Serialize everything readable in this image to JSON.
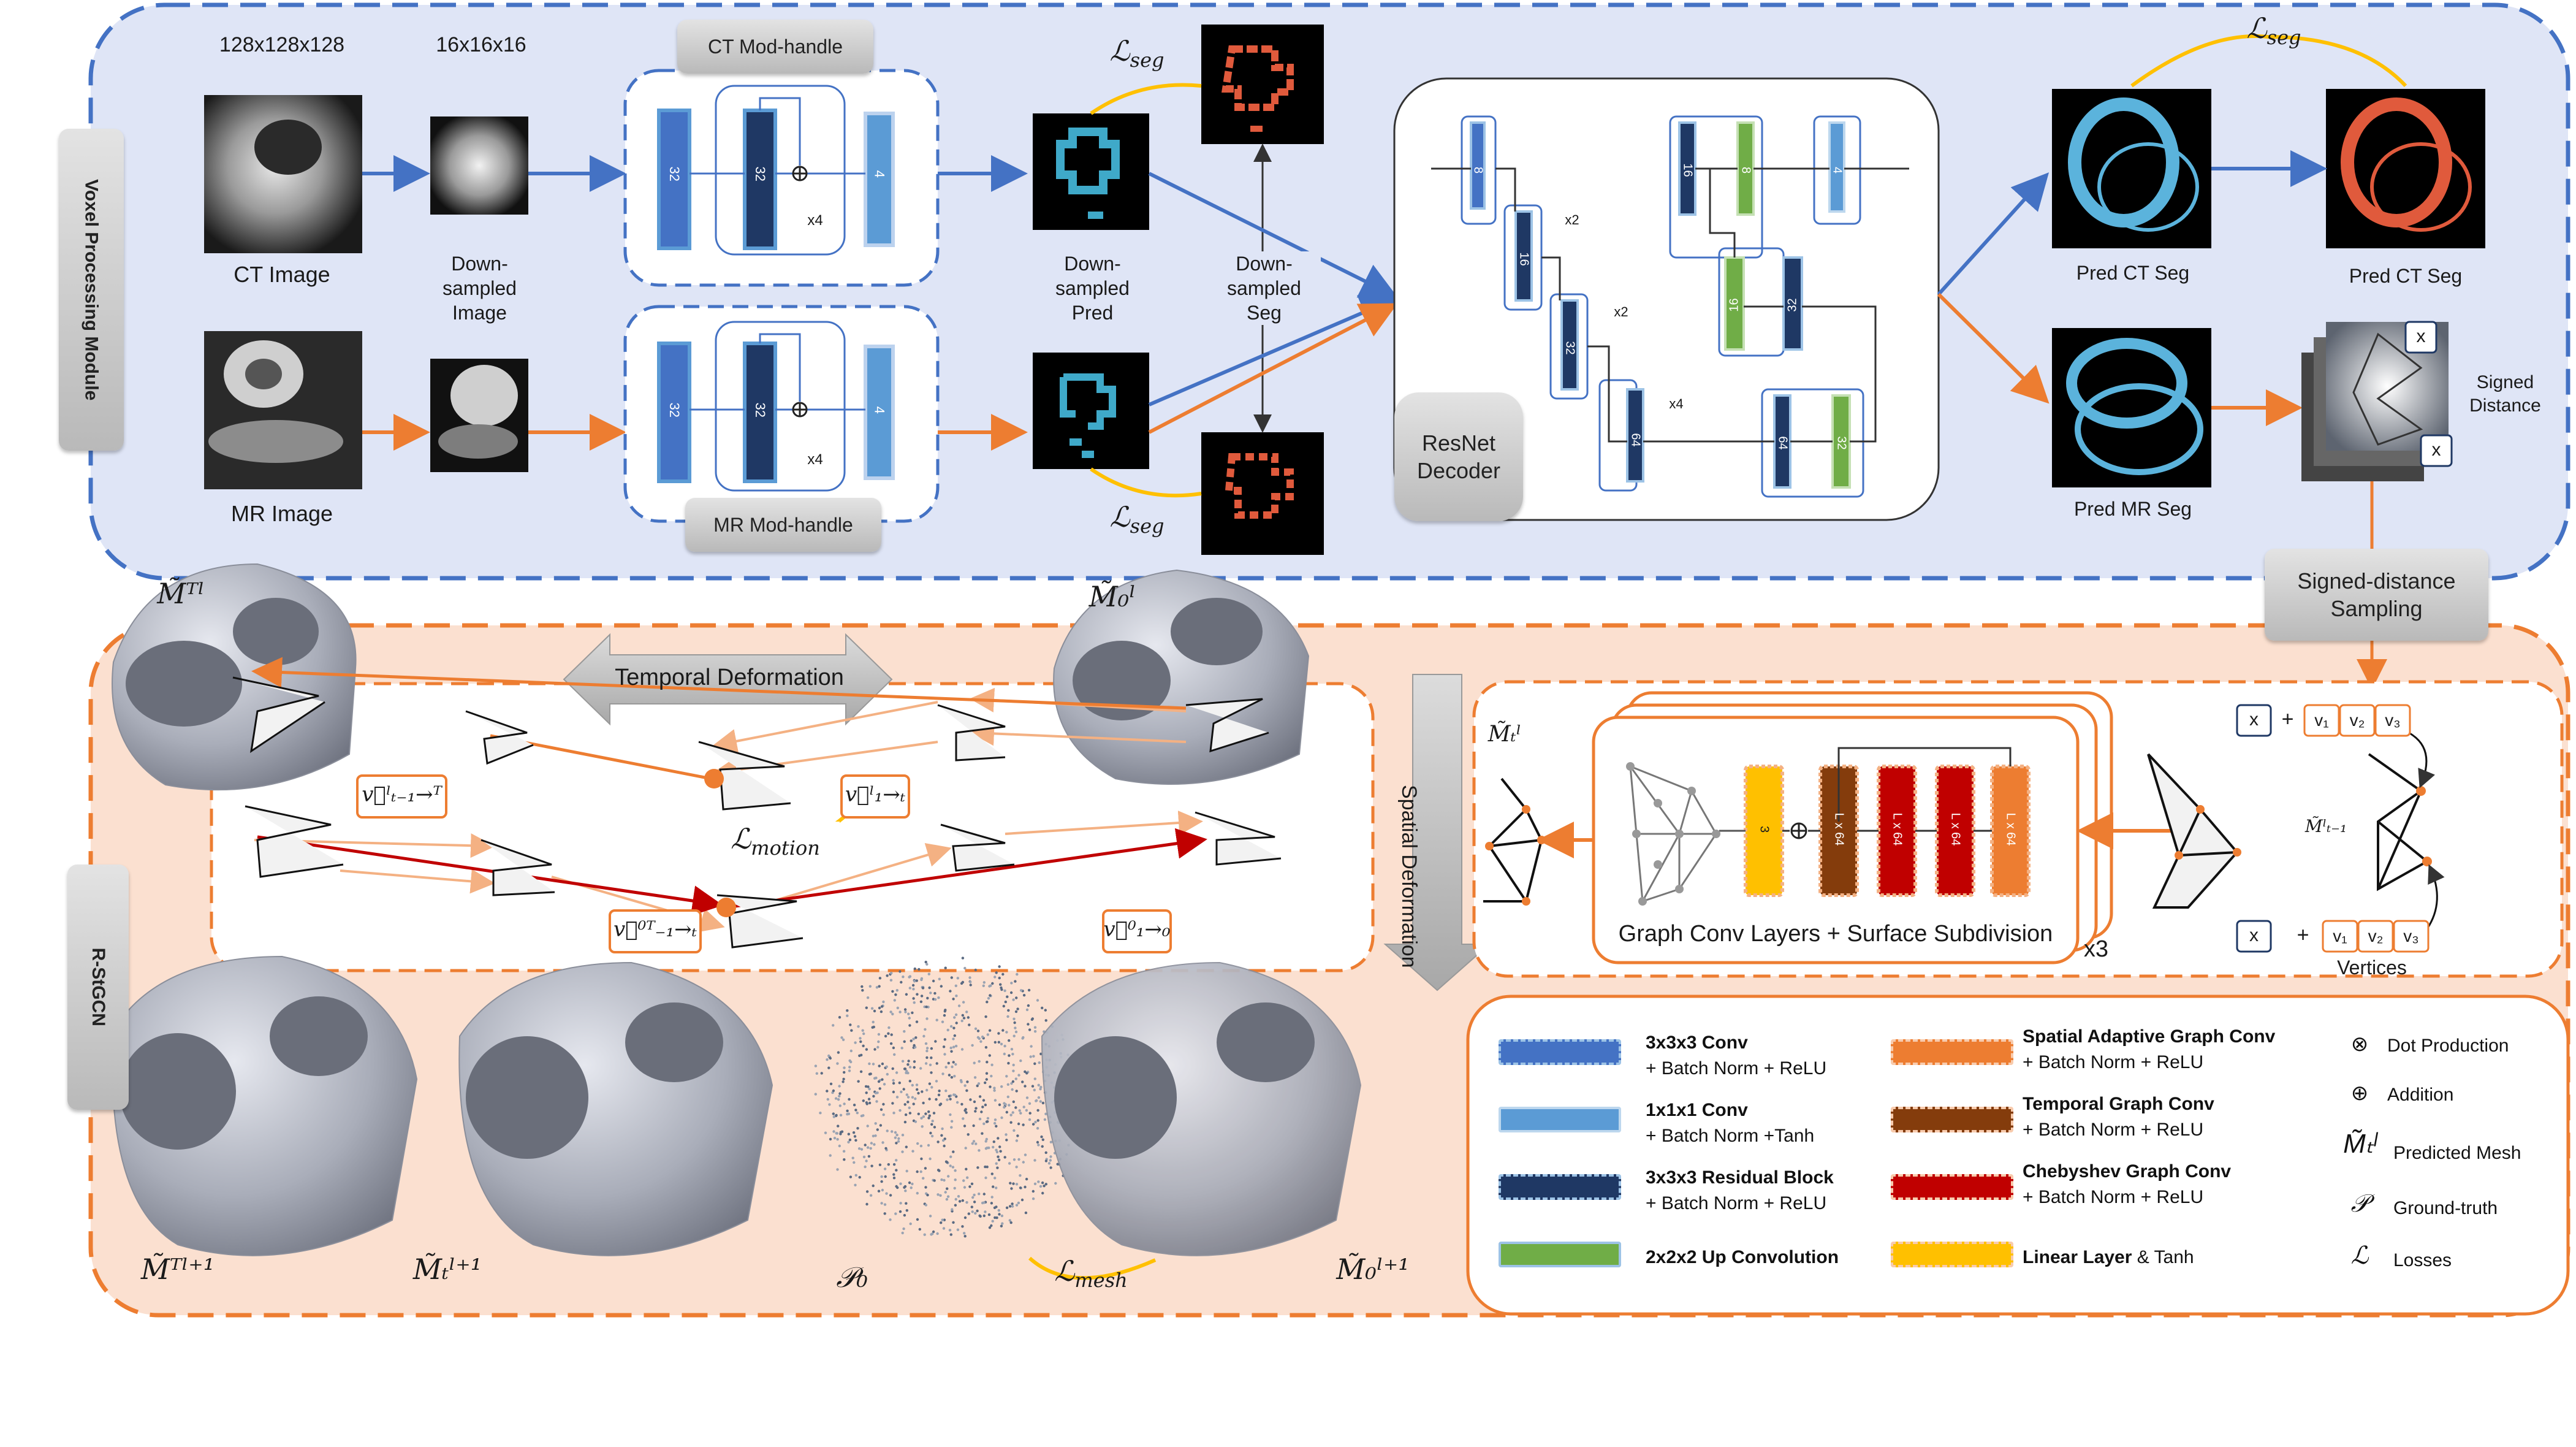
{
  "top_module": {
    "title": "Voxel Processing Module",
    "size_full": "128x128x128",
    "size_down": "16x16x16",
    "ct_image": "CT Image",
    "mr_image": "MR Image",
    "downsampled_image": "Down-\nsampled\nImage",
    "ct_mod_handle": "CT Mod-handle",
    "mr_mod_handle": "MR Mod-handle",
    "conv_channels": [
      "32",
      "32",
      "4"
    ],
    "repeat_x4": "x4",
    "loss_seg": "seg",
    "downsampled_pred": "Down-\nsampled\nPred",
    "downsampled_seg": "Down-\nsampled\nSeg",
    "decoder_label": "ResNet\nDecoder",
    "decoder_channels": [
      "8",
      "16",
      "32",
      "64",
      "16",
      "8",
      "4",
      "16",
      "32",
      "64",
      "32"
    ],
    "decoder_repeats": [
      "x2",
      "x2",
      "x4"
    ],
    "pred_ct_seg": "Pred CT Seg",
    "pred_ct_seg_2": "Pred CT Seg",
    "pred_mr_seg": "Pred MR Seg",
    "signed_distance": "Signed\nDistance",
    "signed_distance_sampling": "Signed-distance\nSampling",
    "x_marker": "x"
  },
  "bottom_module": {
    "title": "R-StGCN",
    "temporal_deformation": "Temporal Deformation",
    "spatial_deformation": "Spatial Deformation",
    "loss_motion": "motion",
    "loss_mesh": "mesh",
    "graph_conv_caption": "Graph Conv Layers + Surface Subdivision",
    "repeat_x3": "x3",
    "graph_layer_labels": [
      "3",
      "L x 64",
      "L x 64",
      "L x 64",
      "L x 64"
    ],
    "vertices_label": "Vertices",
    "vertex_tags": [
      "v₁",
      "v₂",
      "v₃"
    ],
    "mesh_labels": {
      "MT_l": "M̃ᵀˡ",
      "M0_l": "M̃₀ˡ",
      "Mt_l": "M̃ₜˡ",
      "Mt_l_minus": "M̃ˡₜ₋₁",
      "MT_l1": "M̃ᵀˡ⁺¹",
      "Mt_l1": "M̃ₜˡ⁺¹",
      "P0": "𝒫₀",
      "M0_l1": "M̃₀ˡ⁺¹"
    },
    "flow_labels": {
      "v_T1_T": "v⃗ˡₜ₋₁→ᵀ",
      "v_1_t": "v⃗ˡ₁→ₜ",
      "v0_T1_t": "v⃗⁰ᵀ₋₁→ₜ",
      "v0_1_0": "v⃗⁰₁→₀"
    }
  },
  "legend": {
    "items": [
      {
        "bold": "3x3x3 Conv",
        "rest": "+ Batch Norm + ReLU",
        "color": "#4472c4"
      },
      {
        "bold": "1x1x1 Conv",
        "rest": "+ Batch Norm +Tanh",
        "color": "#5b9bd5"
      },
      {
        "bold": "3x3x3 Residual Block",
        "rest": "+ Batch Norm + ReLU",
        "color": "#1f3864"
      },
      {
        "bold": "2x2x2 Up Convolution",
        "rest": "",
        "color": "#70ad47"
      },
      {
        "bold": "Spatial Adaptive Graph Conv",
        "rest": "+ Batch Norm + ReLU",
        "color": "#ed7d31"
      },
      {
        "bold": "Temporal Graph Conv",
        "rest": "+ Batch Norm + ReLU",
        "color": "#843c0c"
      },
      {
        "bold": "Chebyshev Graph Conv",
        "rest": "+ Batch Norm + ReLU",
        "color": "#c00000"
      },
      {
        "bold": "Linear Layer",
        "rest": " & Tanh",
        "color": "#ffc000"
      }
    ],
    "symbols": [
      {
        "sym": "⊗",
        "text": "Dot Production"
      },
      {
        "sym": "⊕",
        "text": "Addition"
      },
      {
        "sym": "M̃ₜˡ",
        "text": "Predicted Mesh"
      },
      {
        "sym": "𝒫",
        "text": "Ground-truth"
      },
      {
        "sym": "ℒ",
        "text": "Losses"
      }
    ]
  },
  "colors": {
    "top_bg": "#dfe5f6",
    "top_border": "#4472c4",
    "bottom_bg": "#fbe0d0",
    "bottom_border": "#ed7d31",
    "ct_arrow": "#4472c4",
    "mr_arrow": "#ed7d31",
    "motion_red": "#c00000",
    "loss_yellow": "#ffc000"
  }
}
